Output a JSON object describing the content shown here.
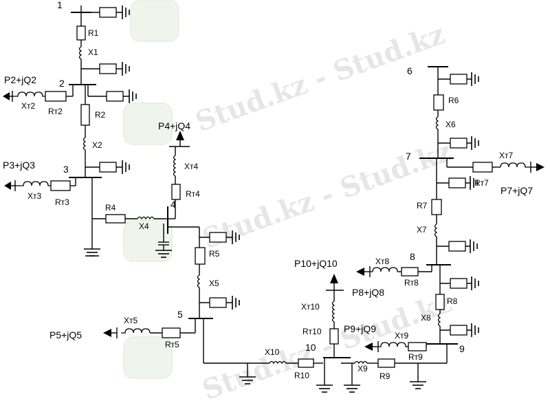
{
  "watermark": {
    "text": "Stud.kz - Stud.kz"
  },
  "nodes": {
    "n1": "1",
    "n2": "2",
    "n3": "3",
    "n4": "4",
    "n5": "5",
    "n6": "6",
    "n7": "7",
    "n8": "8",
    "n9": "9",
    "n10": "10"
  },
  "loads": {
    "p2": "P2+jQ2",
    "p3": "P3+jQ3",
    "p4": "P4+jQ4",
    "p5": "P5+jQ5",
    "p7": "P7+jQ7",
    "p8": "P8+jQ8",
    "p9": "P9+jQ9",
    "p10": "P10+jQ10"
  },
  "lines": {
    "r1": "R1",
    "x1": "X1",
    "r2": "R2",
    "x2": "X2",
    "r4": "R4",
    "x4": "X4",
    "r5": "R5",
    "x5": "X5",
    "r6": "R6",
    "x6": "X6",
    "r7": "R7",
    "x7": "X7",
    "r8": "R8",
    "x8": "X8",
    "r9": "R9",
    "x9": "X9",
    "r10": "R10",
    "x10": "X10"
  },
  "transformers": {
    "xt2": "Xт2",
    "rt2": "Rт2",
    "xt3": "Xт3",
    "rt3": "Rт3",
    "xt4": "Xт4",
    "rt4": "Rт4",
    "xt5": "Xт5",
    "rt5": "Rт5",
    "xt7": "Xт7",
    "rt7": "Rт7",
    "xt8": "Xт8",
    "rt8": "Rт8",
    "xt9": "Xт9",
    "rt9": "Rт9",
    "xt10": "Xт10",
    "rt10": "Rт10"
  }
}
